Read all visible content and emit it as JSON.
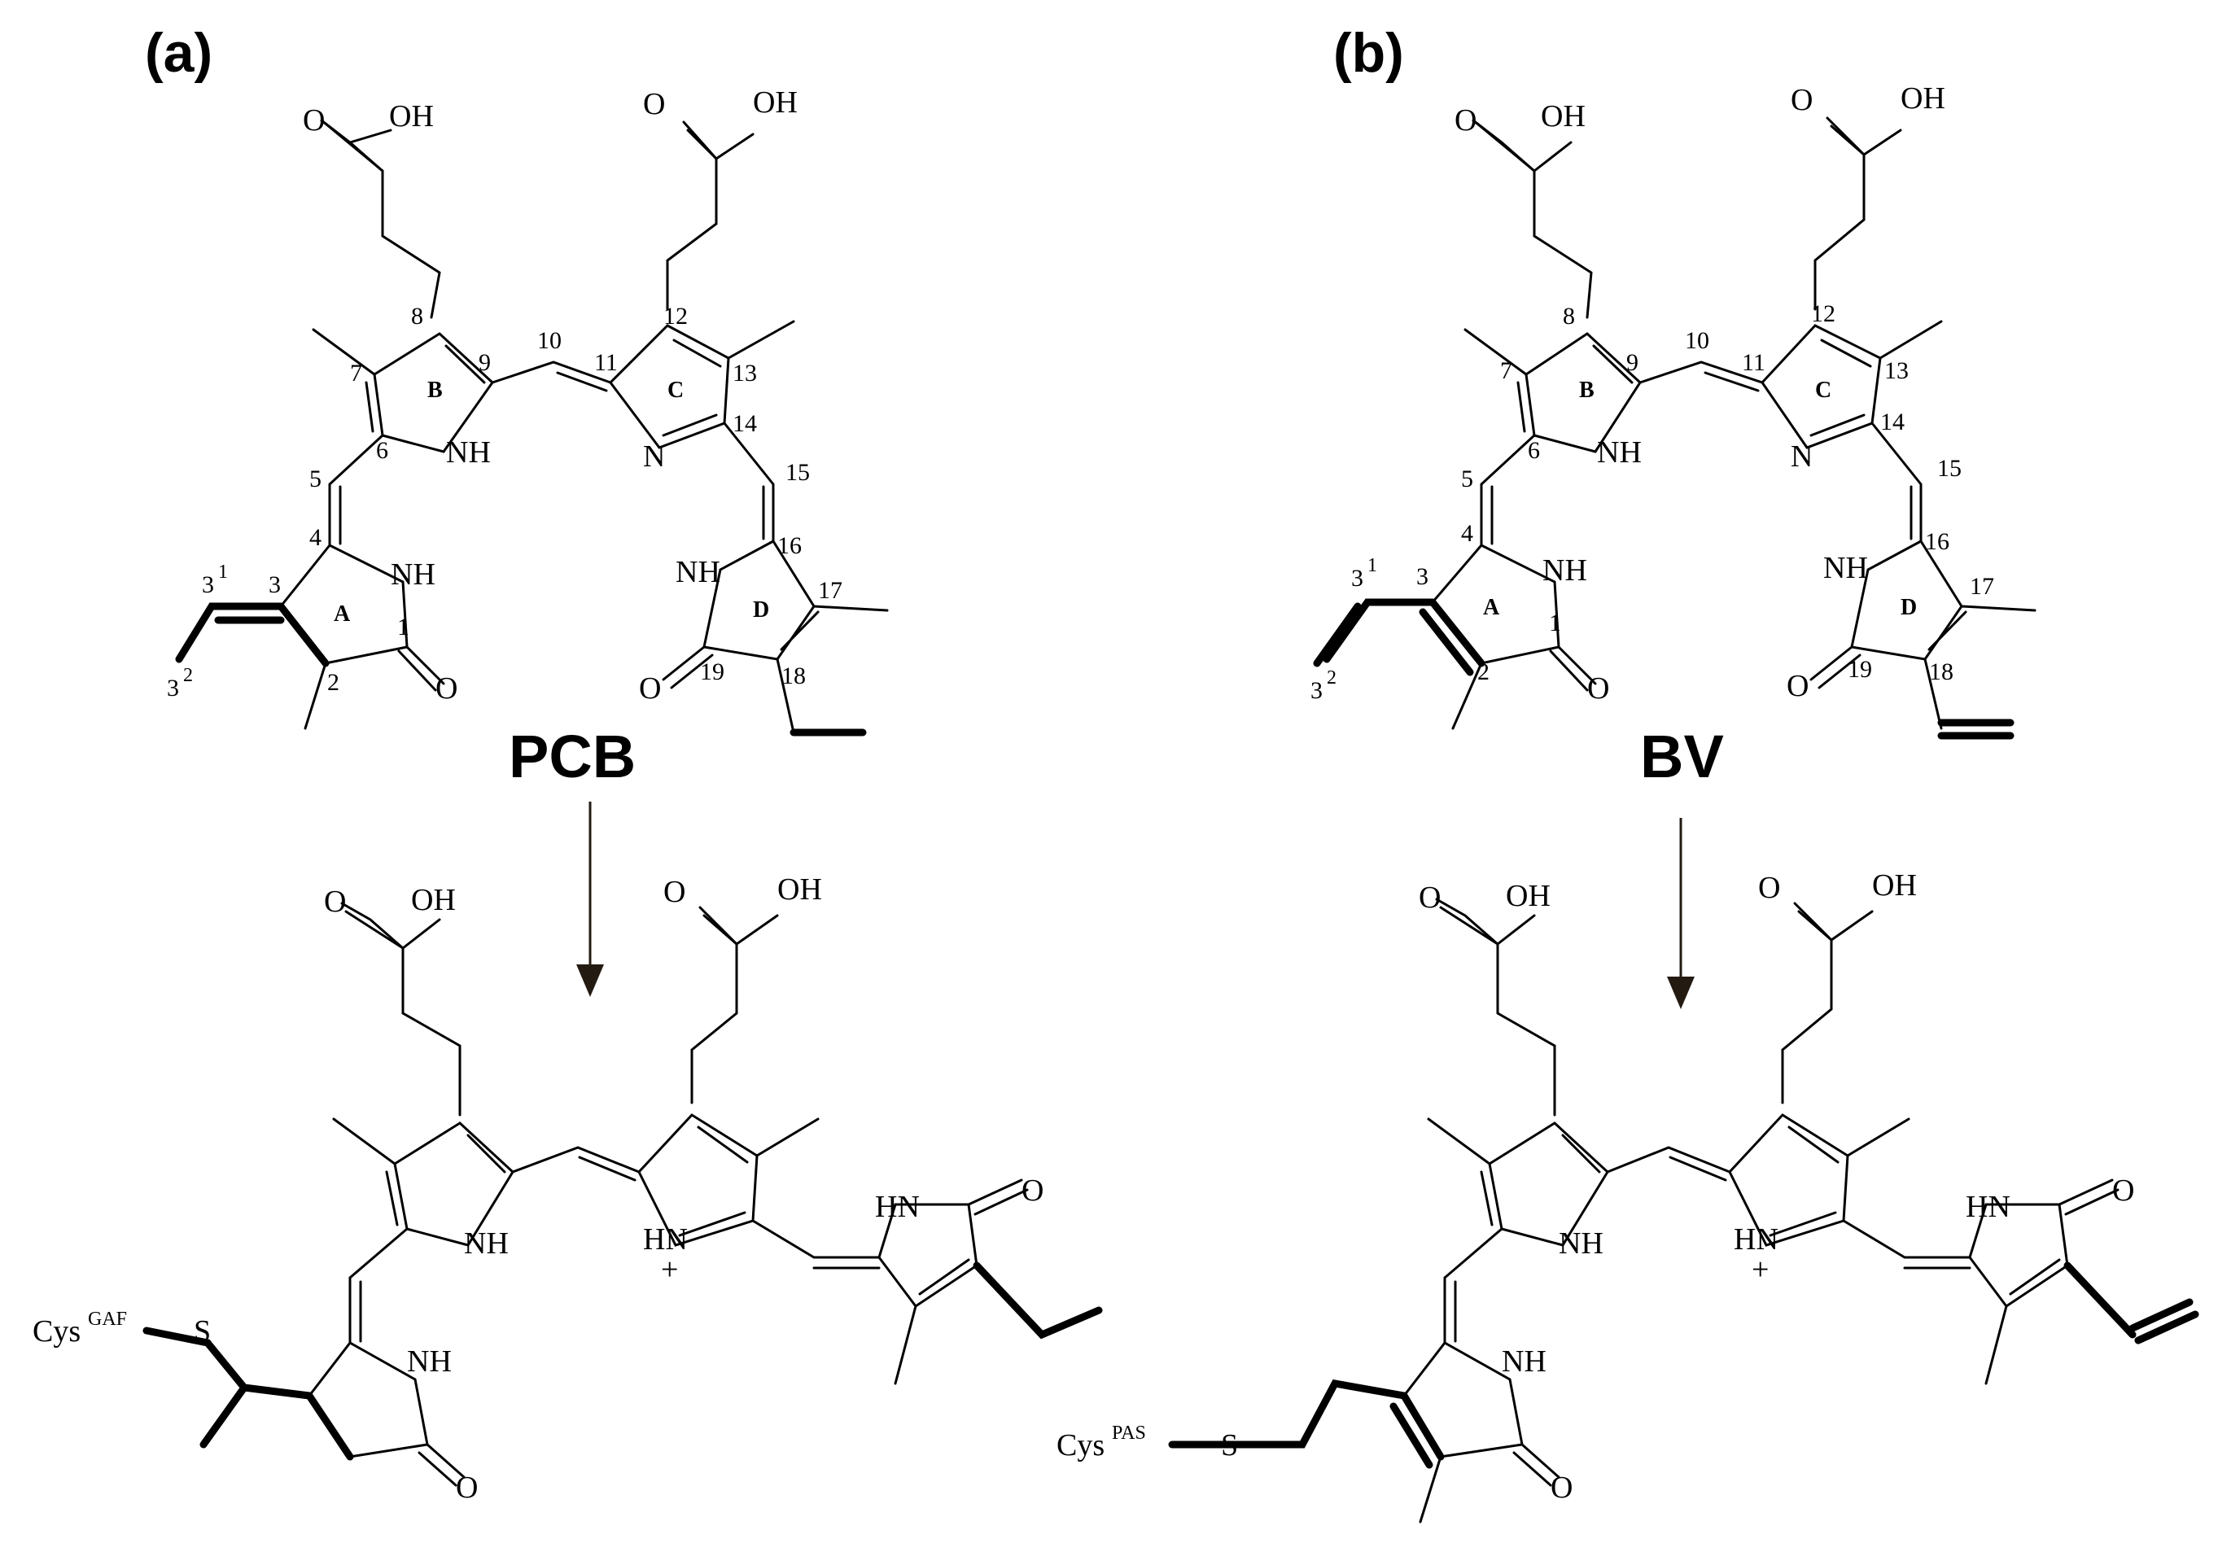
{
  "panels": [
    {
      "label": "(a)",
      "compound": "PCB",
      "top_atoms": [
        "O",
        "OH",
        "O",
        "OH",
        "NH",
        "N",
        "NH",
        "O",
        "NH",
        "O"
      ],
      "ring_labels": [
        "A",
        "B",
        "C",
        "D"
      ],
      "positions": [
        "1",
        "2",
        "3",
        "4",
        "5",
        "6",
        "7",
        "8",
        "9",
        "10",
        "11",
        "12",
        "13",
        "14",
        "15",
        "16",
        "17",
        "18",
        "19"
      ],
      "side_chain": {
        "c31": "3",
        "c31_sup": "1",
        "c32": "3",
        "c32_sup": "2"
      },
      "bottom_atoms": [
        "O",
        "OH",
        "O",
        "OH",
        "NH",
        "HN",
        "+",
        "HN",
        "O",
        "NH",
        "O",
        "S"
      ],
      "bottom_linker": {
        "residue": "Cys",
        "residue_sup": "GAF"
      }
    },
    {
      "label": "(b)",
      "compound": "BV",
      "top_atoms": [
        "O",
        "OH",
        "O",
        "OH",
        "NH",
        "N",
        "NH",
        "O",
        "NH",
        "O"
      ],
      "ring_labels": [
        "A",
        "B",
        "C",
        "D"
      ],
      "positions": [
        "1",
        "2",
        "3",
        "4",
        "5",
        "6",
        "7",
        "8",
        "9",
        "10",
        "11",
        "12",
        "13",
        "14",
        "15",
        "16",
        "17",
        "18",
        "19"
      ],
      "side_chain": {
        "c31": "3",
        "c31_sup": "1",
        "c32": "3",
        "c32_sup": "2"
      },
      "bottom_atoms": [
        "O",
        "OH",
        "O",
        "OH",
        "NH",
        "HN",
        "+",
        "HN",
        "O",
        "NH",
        "O",
        "S"
      ],
      "bottom_linker": {
        "residue": "Cys",
        "residue_sup": "PAS"
      }
    }
  ]
}
